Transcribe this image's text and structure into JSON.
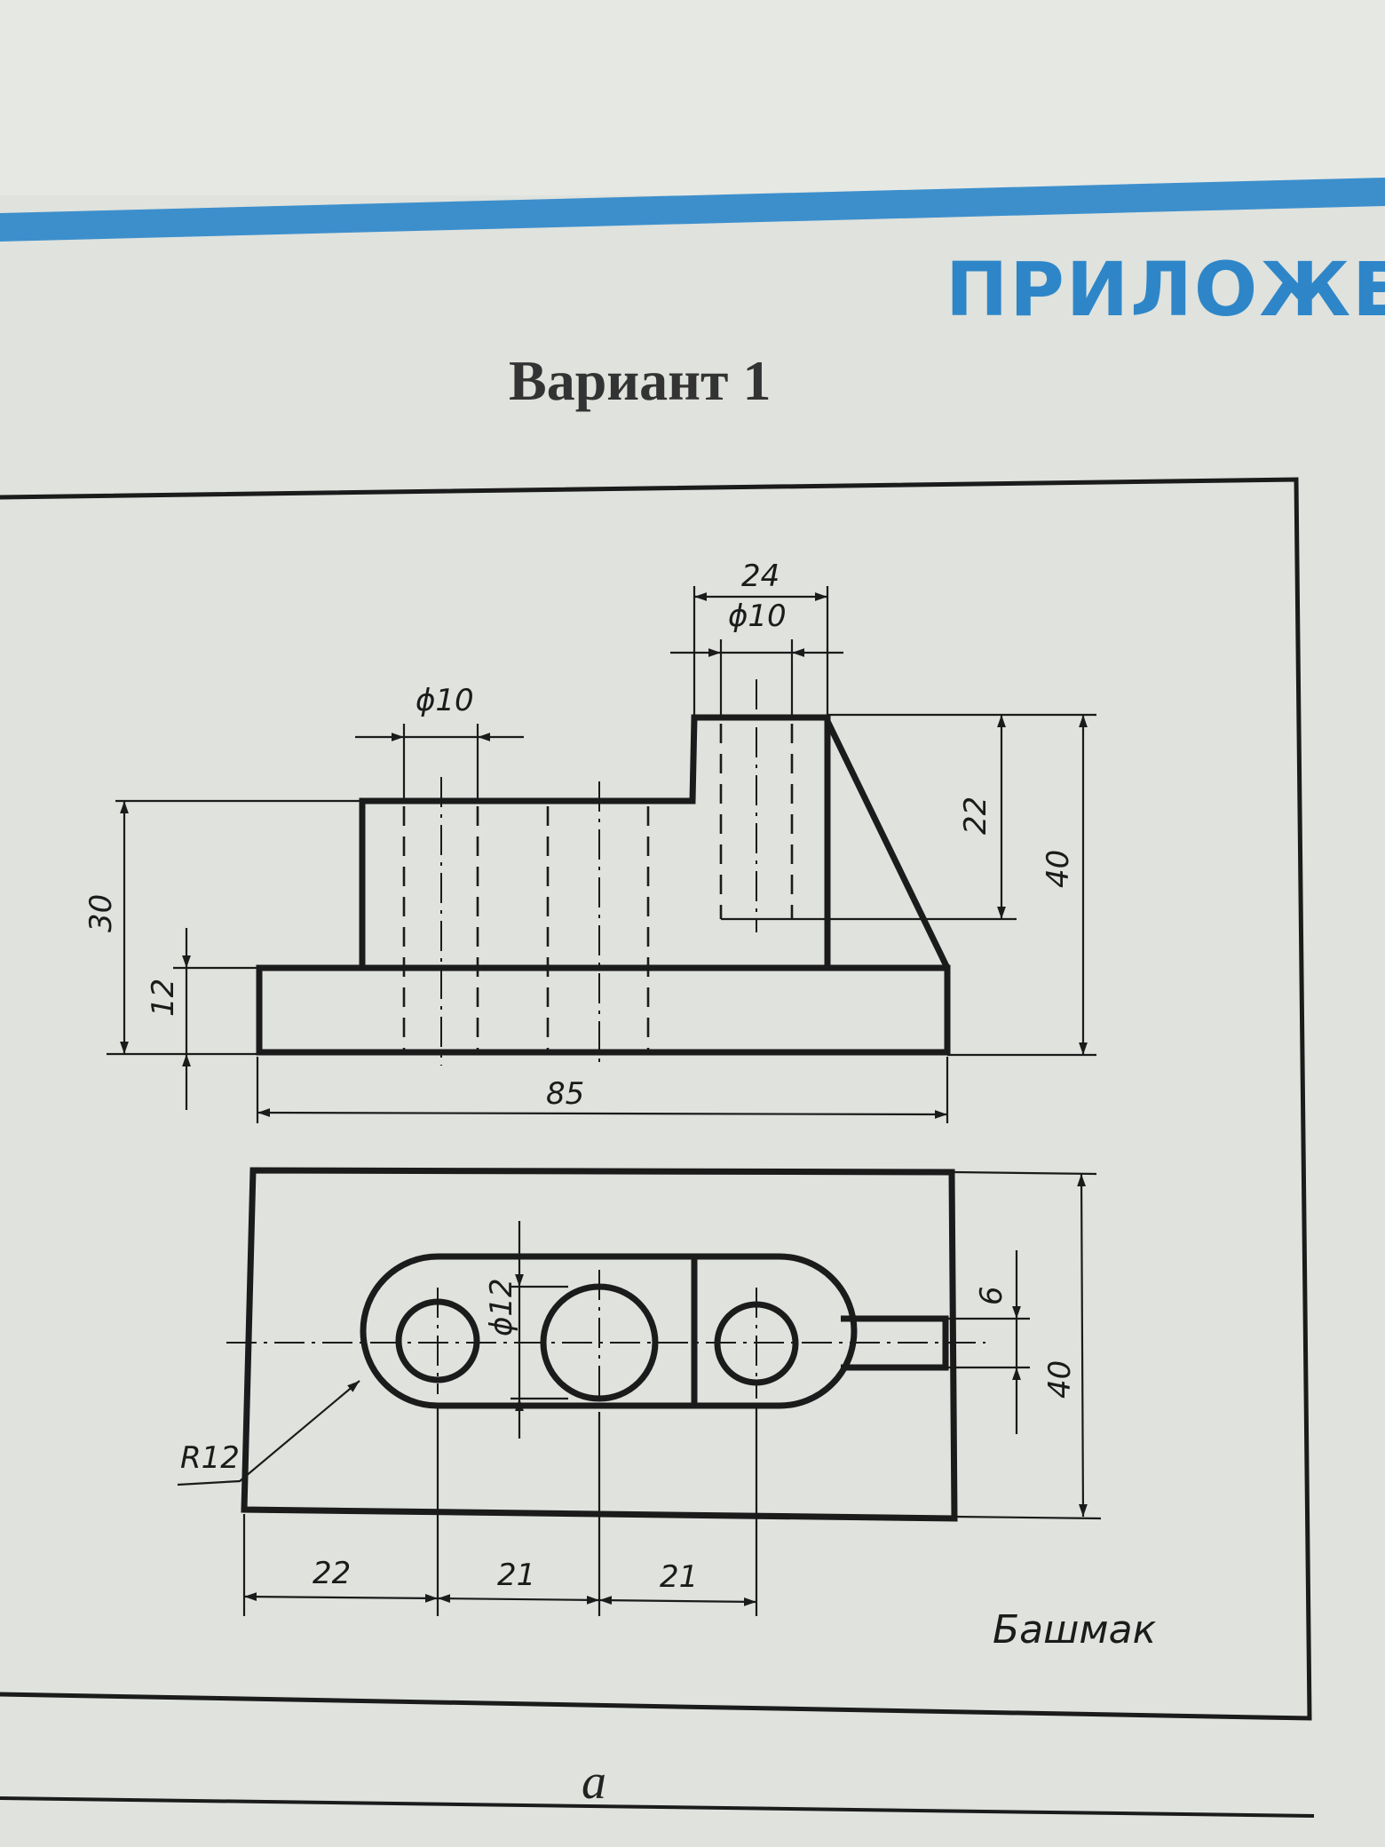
{
  "header": {
    "text": "ПРИЛОЖЕ",
    "accent_color": "#2e86c8"
  },
  "variant_title": "Вариант 1",
  "part_name": "Башмак",
  "figure_letter": "а",
  "front_view": {
    "dims": {
      "top_width": "24",
      "top_hole": "ϕ10",
      "left_hole": "ϕ10",
      "left_height": "30",
      "base_height": "12",
      "hole_depth": "22",
      "total_height": "40",
      "length": "85"
    }
  },
  "top_view": {
    "dims": {
      "middle_hole": "ϕ12",
      "radius": "R12",
      "slot_width": "6",
      "width": "40",
      "offset_1": "22",
      "offset_2": "21",
      "offset_3": "21"
    }
  }
}
